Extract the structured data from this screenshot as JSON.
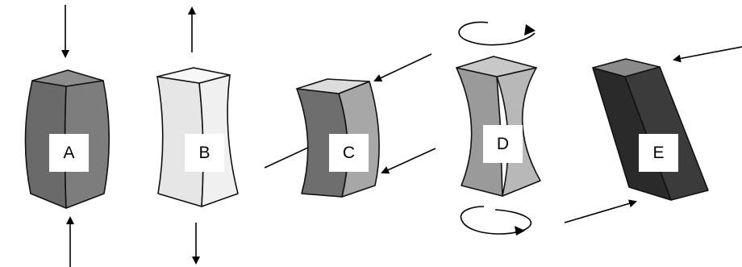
{
  "labels": {
    "a": "A",
    "b": "B",
    "c": "C",
    "d": "D",
    "e": "E"
  },
  "colors": {
    "a_left": "#6a6a6a",
    "a_right": "#7d7d7d",
    "a_top": "#8d8d8d",
    "b_left": "#e6e6e6",
    "b_right": "#f0f0f0",
    "b_top": "#f7f7f7",
    "c_left": "#6e6e6e",
    "c_right": "#a7a7a7",
    "c_top": "#dcdcdc",
    "d_left": "#9a9a9a",
    "d_right": "#b8b8b8",
    "d_top": "#c8c8c8",
    "e_left": "#2a2a2a",
    "e_right": "#3b3b3b",
    "e_top": "#8a8a8a"
  }
}
